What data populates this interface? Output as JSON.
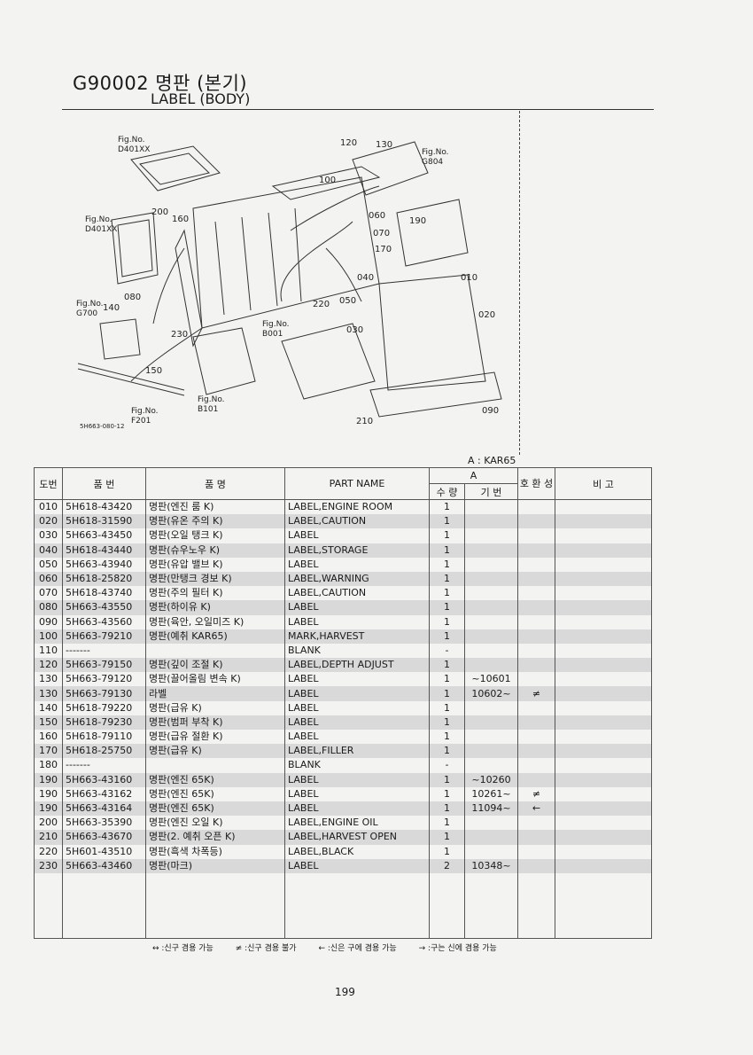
{
  "header": {
    "title": "G90002 명판 (본기)",
    "subtitle": "LABEL (BODY)"
  },
  "diagram": {
    "fig_refs": [
      {
        "label": "Fig.No.",
        "no": "D401XX"
      },
      {
        "label": "Fig.No.",
        "no": "G804"
      },
      {
        "label": "Fig.No.",
        "no": "D401XX"
      },
      {
        "label": "Fig.No.",
        "no": "G700"
      },
      {
        "label": "Fig.No.",
        "no": "B001"
      },
      {
        "label": "Fig.No.",
        "no": "B101"
      },
      {
        "label": "Fig.No.",
        "no": "F201"
      }
    ],
    "callouts": [
      "120",
      "130",
      "100",
      "200",
      "160",
      "060",
      "190",
      "070",
      "170",
      "040",
      "010",
      "080",
      "220",
      "050",
      "140",
      "020",
      "230",
      "030",
      "150",
      "090",
      "210"
    ],
    "drawing_code": "5H663-080-12"
  },
  "model_line": "A : KAR65",
  "table": {
    "headers": {
      "ref_no": "도번",
      "part_no": "품   번",
      "part_name_kr": "품        명",
      "part_name": "PART NAME",
      "group": "A",
      "qty": "수 량",
      "serial": "기 번",
      "compat": "호 환 성",
      "remarks": "비   고"
    },
    "rows": [
      {
        "ref": "010",
        "part": "5H618-43420",
        "kr": "명판(엔진 룸 K)",
        "name": "LABEL,ENGINE ROOM",
        "qty": "1",
        "serial": "",
        "compat": "",
        "shaded": false
      },
      {
        "ref": "020",
        "part": "5H618-31590",
        "kr": "명판(유온 주의 K)",
        "name": "LABEL,CAUTION",
        "qty": "1",
        "serial": "",
        "compat": "",
        "shaded": true
      },
      {
        "ref": "030",
        "part": "5H663-43450",
        "kr": "명판(오일 탱크 K)",
        "name": "LABEL",
        "qty": "1",
        "serial": "",
        "compat": "",
        "shaded": false
      },
      {
        "ref": "040",
        "part": "5H618-43440",
        "kr": "명판(슈우노우 K)",
        "name": "LABEL,STORAGE",
        "qty": "1",
        "serial": "",
        "compat": "",
        "shaded": true
      },
      {
        "ref": "050",
        "part": "5H663-43940",
        "kr": "명판(유압 밸브 K)",
        "name": "LABEL",
        "qty": "1",
        "serial": "",
        "compat": "",
        "shaded": false
      },
      {
        "ref": "060",
        "part": "5H618-25820",
        "kr": "명판(만탱크 경보 K)",
        "name": "LABEL,WARNING",
        "qty": "1",
        "serial": "",
        "compat": "",
        "shaded": true
      },
      {
        "ref": "070",
        "part": "5H618-43740",
        "kr": "명판(주의 필터 K)",
        "name": "LABEL,CAUTION",
        "qty": "1",
        "serial": "",
        "compat": "",
        "shaded": false
      },
      {
        "ref": "080",
        "part": "5H663-43550",
        "kr": "명판(하이유 K)",
        "name": "LABEL",
        "qty": "1",
        "serial": "",
        "compat": "",
        "shaded": true
      },
      {
        "ref": "090",
        "part": "5H663-43560",
        "kr": "명판(육안, 오일미즈 K)",
        "name": "LABEL",
        "qty": "1",
        "serial": "",
        "compat": "",
        "shaded": false
      },
      {
        "ref": "100",
        "part": "5H663-79210",
        "kr": "명판(예취 KAR65)",
        "name": "MARK,HARVEST",
        "qty": "1",
        "serial": "",
        "compat": "",
        "shaded": true
      },
      {
        "ref": "110",
        "part": "-------",
        "kr": "",
        "name": "BLANK",
        "qty": "-",
        "serial": "",
        "compat": "",
        "shaded": false
      },
      {
        "ref": "120",
        "part": "5H663-79150",
        "kr": "명판(깊이 조절 K)",
        "name": "LABEL,DEPTH ADJUST",
        "qty": "1",
        "serial": "",
        "compat": "",
        "shaded": true
      },
      {
        "ref": "130",
        "part": "5H663-79120",
        "kr": "명판(끌어올림 변속 K)",
        "name": "LABEL",
        "qty": "1",
        "serial": "~10601",
        "compat": "",
        "shaded": false
      },
      {
        "ref": "130",
        "part": "5H663-79130",
        "kr": "라벨",
        "name": "LABEL",
        "qty": "1",
        "serial": "10602~",
        "compat": "≠",
        "shaded": true
      },
      {
        "ref": "140",
        "part": "5H618-79220",
        "kr": "명판(급유 K)",
        "name": "LABEL",
        "qty": "1",
        "serial": "",
        "compat": "",
        "shaded": false
      },
      {
        "ref": "150",
        "part": "5H618-79230",
        "kr": "명판(범퍼 부착 K)",
        "name": "LABEL",
        "qty": "1",
        "serial": "",
        "compat": "",
        "shaded": true
      },
      {
        "ref": "160",
        "part": "5H618-79110",
        "kr": "명판(급유 절환 K)",
        "name": "LABEL",
        "qty": "1",
        "serial": "",
        "compat": "",
        "shaded": false
      },
      {
        "ref": "170",
        "part": "5H618-25750",
        "kr": "명판(급유 K)",
        "name": "LABEL,FILLER",
        "qty": "1",
        "serial": "",
        "compat": "",
        "shaded": true
      },
      {
        "ref": "180",
        "part": "-------",
        "kr": "",
        "name": "BLANK",
        "qty": "-",
        "serial": "",
        "compat": "",
        "shaded": false
      },
      {
        "ref": "190",
        "part": "5H663-43160",
        "kr": "명판(엔진 65K)",
        "name": "LABEL",
        "qty": "1",
        "serial": "~10260",
        "compat": "",
        "shaded": true
      },
      {
        "ref": "190",
        "part": "5H663-43162",
        "kr": "명판(엔진 65K)",
        "name": "LABEL",
        "qty": "1",
        "serial": "10261~",
        "compat": "≠",
        "shaded": false
      },
      {
        "ref": "190",
        "part": "5H663-43164",
        "kr": "명판(엔진 65K)",
        "name": "LABEL",
        "qty": "1",
        "serial": "11094~",
        "compat": "←",
        "shaded": true
      },
      {
        "ref": "200",
        "part": "5H663-35390",
        "kr": "명판(엔진 오일 K)",
        "name": "LABEL,ENGINE OIL",
        "qty": "1",
        "serial": "",
        "compat": "",
        "shaded": false
      },
      {
        "ref": "210",
        "part": "5H663-43670",
        "kr": "명판(2. 예취 오픈 K)",
        "name": "LABEL,HARVEST OPEN",
        "qty": "1",
        "serial": "",
        "compat": "",
        "shaded": true
      },
      {
        "ref": "220",
        "part": "5H601-43510",
        "kr": "명판(흑색 차폭등)",
        "name": "LABEL,BLACK",
        "qty": "1",
        "serial": "",
        "compat": "",
        "shaded": false
      },
      {
        "ref": "230",
        "part": "5H663-43460",
        "kr": "명판(마크)",
        "name": "LABEL",
        "qty": "2",
        "serial": "10348~",
        "compat": "",
        "shaded": true
      }
    ]
  },
  "legend": [
    "↔ :신구 겸용 가능",
    "≠ :신구 겸용 불가",
    "← :신은 구에 겸용 가능",
    "→ :구는 신에 겸용 가능"
  ],
  "page_number": "199"
}
